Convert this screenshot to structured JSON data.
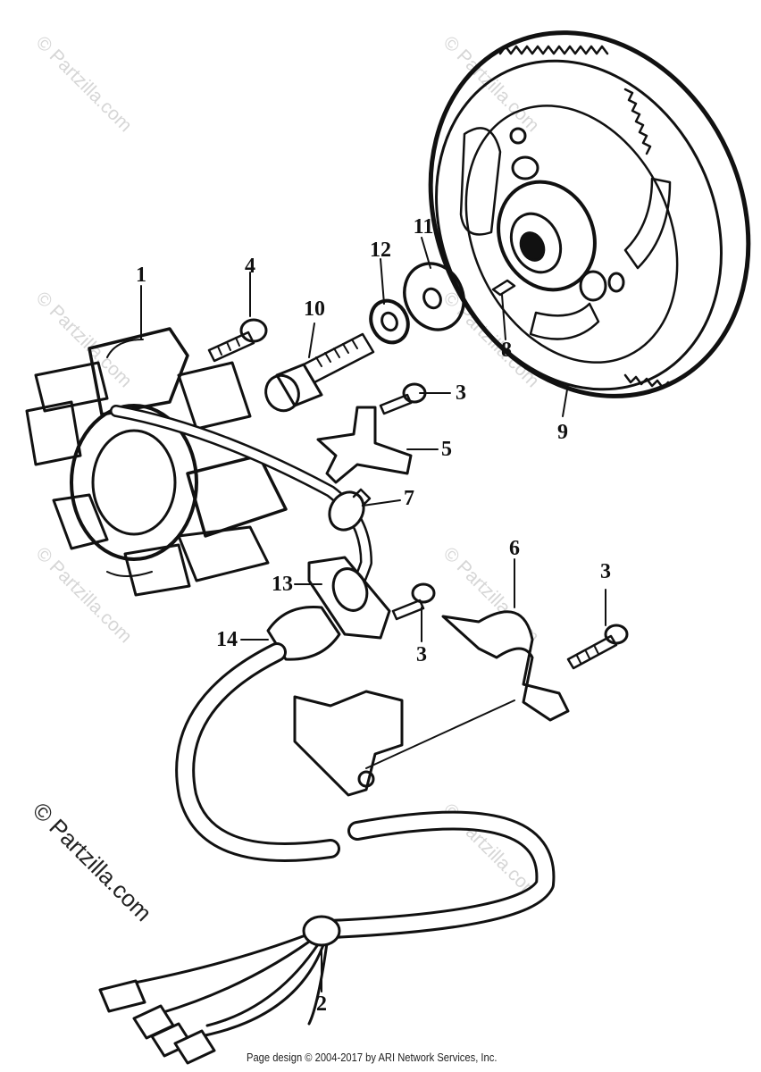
{
  "watermark": {
    "text": "© Partzilla.com",
    "color": "#d6d6d6"
  },
  "callouts": [
    {
      "id": "part-1",
      "label": "1"
    },
    {
      "id": "part-2",
      "label": "2"
    },
    {
      "id": "part-3a",
      "label": "3"
    },
    {
      "id": "part-3b",
      "label": "3"
    },
    {
      "id": "part-3c",
      "label": "3"
    },
    {
      "id": "part-4",
      "label": "4"
    },
    {
      "id": "part-5",
      "label": "5"
    },
    {
      "id": "part-6",
      "label": "6"
    },
    {
      "id": "part-7",
      "label": "7"
    },
    {
      "id": "part-8",
      "label": "8"
    },
    {
      "id": "part-9",
      "label": "9"
    },
    {
      "id": "part-10",
      "label": "10"
    },
    {
      "id": "part-11",
      "label": "11"
    },
    {
      "id": "part-12",
      "label": "12"
    },
    {
      "id": "part-13",
      "label": "13"
    },
    {
      "id": "part-14",
      "label": "14"
    }
  ],
  "footer": {
    "text": "Page design © 2004-2017 by ARI Network Services, Inc."
  }
}
